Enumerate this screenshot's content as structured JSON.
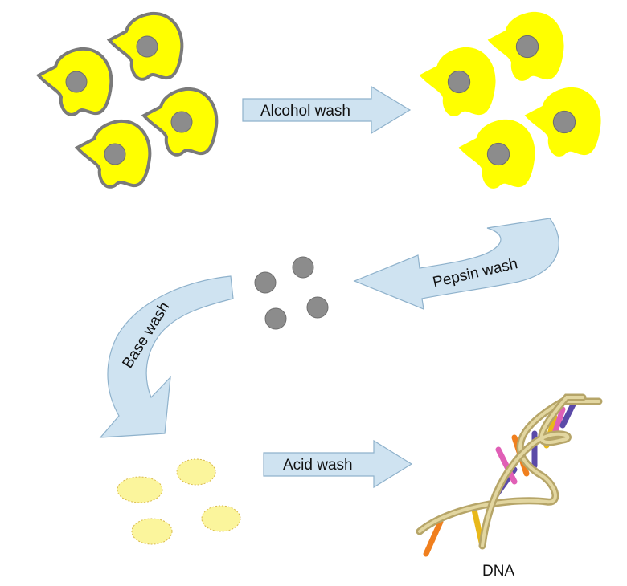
{
  "labels": {
    "alcohol": "Alcohol wash",
    "pepsin": "Pepsin wash",
    "base": "Base wash",
    "acid": "Acid wash",
    "dna": "DNA"
  },
  "colors": {
    "cell_fill": "#ffff00",
    "cell_border": "#7a7a7a",
    "nucleus": "#8c8c8c",
    "arrow_fill": "#cfe3f1",
    "arrow_stroke": "#8fb2cc",
    "residue_fill": "#fbf59c",
    "residue_border": "#d9b94a"
  }
}
